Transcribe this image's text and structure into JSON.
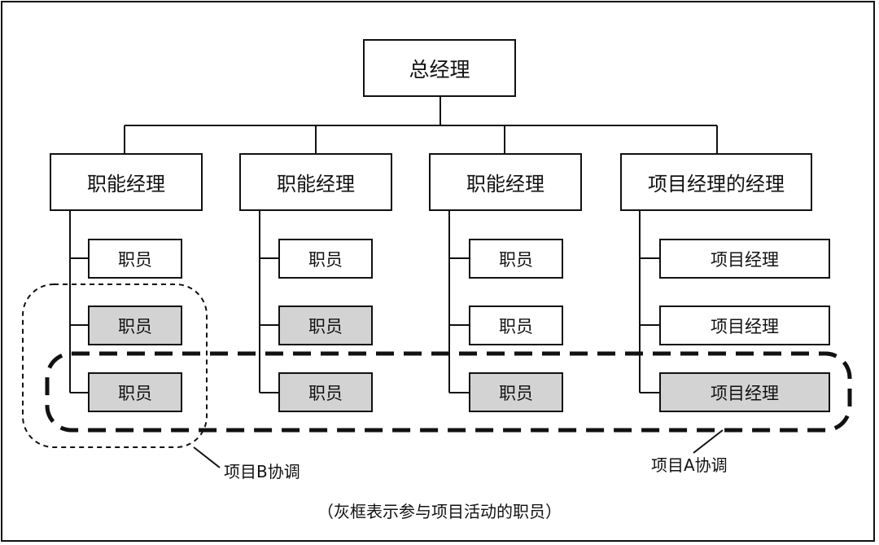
{
  "general_manager": "总经理",
  "managers": [
    "职能经理",
    "职能经理",
    "职能经理",
    "项目经理的经理"
  ],
  "columns": [
    [
      {
        "label": "职员",
        "highlight": false
      },
      {
        "label": "职员",
        "highlight": true
      },
      {
        "label": "职员",
        "highlight": true
      }
    ],
    [
      {
        "label": "职员",
        "highlight": false
      },
      {
        "label": "职员",
        "highlight": true
      },
      {
        "label": "职员",
        "highlight": true
      }
    ],
    [
      {
        "label": "职员",
        "highlight": false
      },
      {
        "label": "职员",
        "highlight": false
      },
      {
        "label": "职员",
        "highlight": true
      }
    ],
    [
      {
        "label": "项目经理",
        "highlight": false
      },
      {
        "label": "项目经理",
        "highlight": false
      },
      {
        "label": "项目经理",
        "highlight": true
      }
    ]
  ],
  "annotations": {
    "project_b": "项目B协调",
    "project_a": "项目A协调"
  },
  "caption": "（灰框表示参与项目活动的职员）",
  "colors": {
    "line": "#111111",
    "highlight_fill": "#d3d3d3",
    "box_fill": "#ffffff"
  }
}
